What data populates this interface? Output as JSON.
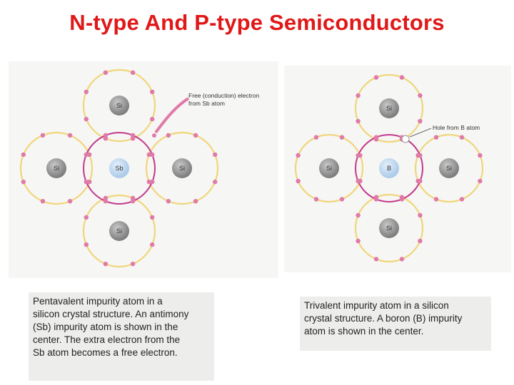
{
  "title": "N-type And P-type Semiconductors",
  "colors": {
    "title": "#e01818",
    "outer_orbit": "#f0d67a",
    "center_orbit": "#c23a8a",
    "electron": "#e07aa8",
    "si_nucleus": "#7a7a7a",
    "dopant_nucleus": "#a9c8e8"
  },
  "n_type": {
    "atoms": {
      "top": "Si",
      "left": "Si",
      "center": "Sb",
      "right": "Si",
      "bottom": "Si"
    },
    "callout": {
      "line1": "Free (conduction) electron",
      "line2": "from Sb atom"
    },
    "caption": "Pentavalent impurity atom in a\nsilicon crystal structure. An antimony\n(Sb) impurity atom is shown in the\ncenter. The extra electron from the\nSb atom becomes a free electron."
  },
  "p_type": {
    "atoms": {
      "top": "Si",
      "left": "Si",
      "center": "B",
      "right": "Si",
      "bottom": "Si"
    },
    "callout": {
      "line1": "Hole from B atom"
    },
    "caption": "Trivalent impurity atom in a silicon\ncrystal structure. A boron (B) impurity\natom is shown in the center."
  }
}
